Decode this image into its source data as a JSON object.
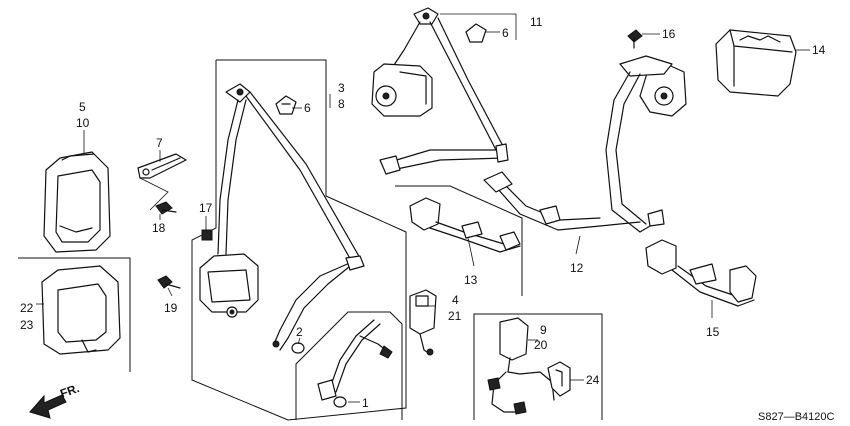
{
  "parts": [
    {
      "id": "c1",
      "label": "1"
    },
    {
      "id": "c2",
      "label": "2"
    },
    {
      "id": "c3",
      "label": "3"
    },
    {
      "id": "c8",
      "label": "8"
    },
    {
      "id": "c4",
      "label": "4"
    },
    {
      "id": "c21",
      "label": "21"
    },
    {
      "id": "c5",
      "label": "5"
    },
    {
      "id": "c10",
      "label": "10"
    },
    {
      "id": "c6a",
      "label": "6"
    },
    {
      "id": "c6b",
      "label": "6"
    },
    {
      "id": "c7",
      "label": "7"
    },
    {
      "id": "c18",
      "label": "18"
    },
    {
      "id": "c9",
      "label": "9"
    },
    {
      "id": "c20",
      "label": "20"
    },
    {
      "id": "c11",
      "label": "11"
    },
    {
      "id": "c12",
      "label": "12"
    },
    {
      "id": "c13",
      "label": "13"
    },
    {
      "id": "c14",
      "label": "14"
    },
    {
      "id": "c15",
      "label": "15"
    },
    {
      "id": "c16",
      "label": "16"
    },
    {
      "id": "c17",
      "label": "17"
    },
    {
      "id": "c19",
      "label": "19"
    },
    {
      "id": "c22",
      "label": "22"
    },
    {
      "id": "c23",
      "label": "23"
    },
    {
      "id": "c24",
      "label": "24"
    }
  ],
  "direction_label": "FR.",
  "diagram_code": "S827—B4120C"
}
